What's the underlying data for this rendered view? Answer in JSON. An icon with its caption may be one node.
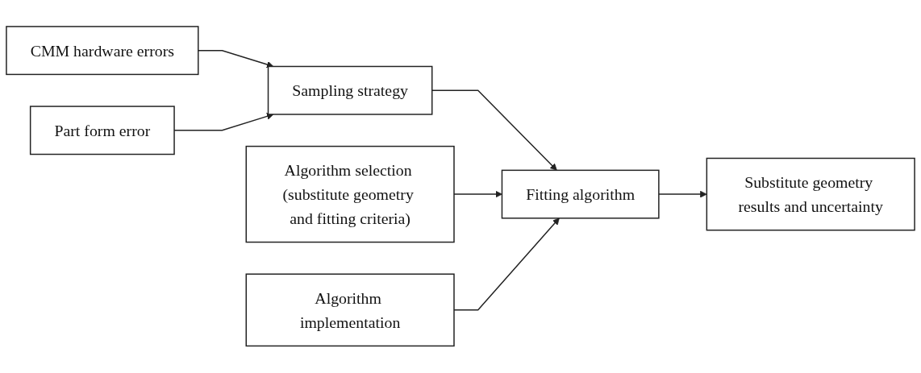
{
  "diagram": {
    "nodes": [
      {
        "text": [
          "CMM hardware errors"
        ]
      },
      {
        "text": [
          "Part form error"
        ]
      },
      {
        "text": [
          "Sampling strategy"
        ]
      },
      {
        "text": [
          "Algorithm selection (substitute geometry and fitting criteria)"
        ]
      },
      {
        "text": [
          "Fitting algorithm"
        ]
      },
      {
        "text": [
          "Algorithm implementation"
        ]
      },
      {
        "text": [
          "Substitute geometry results and uncertainty"
        ]
      }
    ],
    "edges": [
      {
        "from": 0,
        "to": 2,
        "arrow": "to"
      },
      {
        "from": 1,
        "to": 2,
        "arrow": "to"
      },
      {
        "from": 2,
        "to": 4,
        "arrow": "to"
      },
      {
        "from": 3,
        "to": 4,
        "arrow": "to"
      },
      {
        "from": 5,
        "to": 4,
        "arrow": "to"
      },
      {
        "from": 4,
        "to": 6,
        "arrow": "to"
      }
    ]
  }
}
